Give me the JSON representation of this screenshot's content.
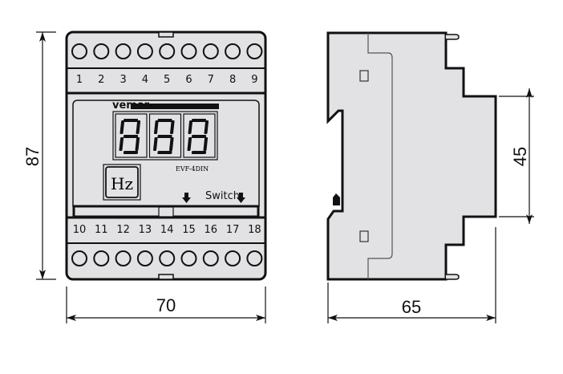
{
  "front_view": {
    "top_terminals": [
      "1",
      "2",
      "3",
      "4",
      "5",
      "6",
      "7",
      "8",
      "9"
    ],
    "bottom_terminals": [
      "10",
      "11",
      "12",
      "13",
      "14",
      "15",
      "16",
      "17",
      "18"
    ],
    "brand": "vemer",
    "display_digits": "888",
    "unit_label": "Hz",
    "model": "EVF-4DIN",
    "switch_label": "Switch"
  },
  "dimensions": {
    "height": "87",
    "width": "70",
    "depth": "65",
    "front_height": "45"
  },
  "colors": {
    "body": "#e2e2e4",
    "outline": "#111111"
  }
}
